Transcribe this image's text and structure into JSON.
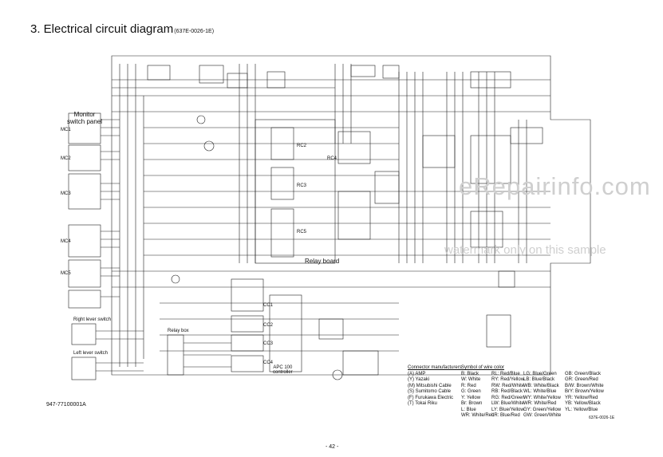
{
  "title": {
    "text": "3.  Electrical circuit diagram",
    "code": "(637E-0026-1E)"
  },
  "labels": {
    "monitor_panel": "Monitor\nswitch panel",
    "relay_board": "Relay board",
    "apc_controller": "APC 100\ncontroller",
    "mc_labels": [
      "MC1",
      "MC2",
      "MC3",
      "MC4",
      "MC5"
    ],
    "rc_labels": [
      "RC2",
      "RC3",
      "RC4",
      "RC5"
    ],
    "cc_labels": [
      "CC1",
      "CC2",
      "CC3",
      "CC4"
    ],
    "right_lever": "Right lever switch",
    "left_lever": "Left lever switch",
    "relay_box": "Relay box"
  },
  "connector_legend": {
    "heading": "Connector manufacturers",
    "items": [
      "(A) AMP",
      "(Y) Yazaki",
      "(M) Mitsubishi Cable",
      "(S) Sumitomo Cable",
      "(F) Furukawa Electric",
      "(T) Tokai Riku"
    ]
  },
  "wire_legend": {
    "heading": "Symbol of wire color",
    "rows": [
      [
        "B:  Black",
        "RL: Red/Blue",
        "LG: Blue/Green",
        "GB: Green/Black"
      ],
      [
        "W:  White",
        "RY: Red/Yellow",
        "LB: Blue/Black",
        "GR: Green/Red"
      ],
      [
        "R:  Red",
        "RW: Red/White",
        "WB: White/Black",
        "B/W: Brown/White"
      ],
      [
        "G:  Green",
        "RB: Red/Black",
        "WL: White/Blue",
        "BrY: Brown/Yellow"
      ],
      [
        "Y:  Yellow",
        "RG: Red/Green",
        "WY: White/Yellow",
        "YR: Yellow/Red"
      ],
      [
        "Br: Brown",
        "LW: Blue/White",
        "WR: White/Red",
        "YB: Yellow/Black"
      ],
      [
        "L:  Blue",
        "LY: Blue/Yellow",
        "GY: Green/Yellow",
        "YL: Yellow/Blue"
      ],
      [
        "WR: White/Red",
        "LR: Blue/Red",
        "GW: Green/White",
        ""
      ]
    ]
  },
  "watermark": {
    "line1": "eRepairinfo.com",
    "line2": "watermark only on this sample"
  },
  "doc_number": "947-77100001A",
  "doc_number_small": "637E-0026-1E",
  "page_number": "- 42 -"
}
